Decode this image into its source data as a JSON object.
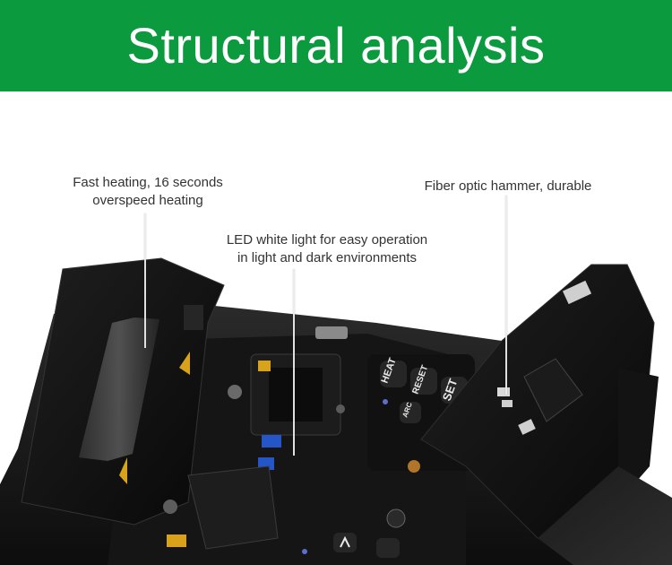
{
  "banner": {
    "title": "Structural analysis",
    "color": "#0b9a3e"
  },
  "callouts": [
    {
      "lines": [
        "Fast heating, 16 seconds",
        "overspeed heating"
      ]
    },
    {
      "lines": [
        "LED white light for easy operation",
        "in light and dark environments"
      ]
    },
    {
      "lines": [
        "Fiber optic hammer, durable"
      ]
    }
  ],
  "keys": {
    "heat": "HEAT",
    "reset": "RESET",
    "set": "SET",
    "arc": "ARC"
  }
}
